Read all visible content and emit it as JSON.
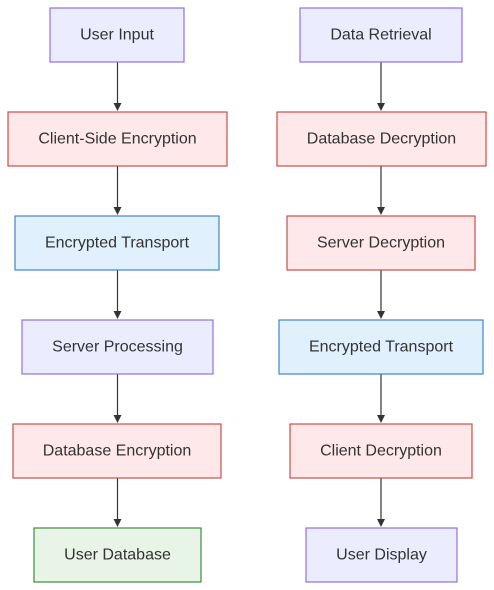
{
  "palette": {
    "purple": {
      "fill": "#ececff",
      "stroke": "#9370db"
    },
    "red": {
      "fill": "#ffe8ea",
      "stroke": "#c8504b"
    },
    "blue": {
      "fill": "#e1f0fd",
      "stroke": "#3f86c8"
    },
    "green": {
      "fill": "#e8f4e6",
      "stroke": "#3e8b3e"
    }
  },
  "flows": [
    {
      "name": "storage-flow",
      "nodes": [
        {
          "id": "user-input",
          "label": "User Input",
          "style": "purple"
        },
        {
          "id": "client-side-encryption",
          "label": "Client-Side Encryption",
          "style": "red"
        },
        {
          "id": "encrypted-transport-1",
          "label": "Encrypted Transport",
          "style": "blue"
        },
        {
          "id": "server-processing",
          "label": "Server Processing",
          "style": "purple"
        },
        {
          "id": "database-encryption",
          "label": "Database Encryption",
          "style": "red"
        },
        {
          "id": "user-database",
          "label": "User Database",
          "style": "green"
        }
      ]
    },
    {
      "name": "retrieval-flow",
      "nodes": [
        {
          "id": "data-retrieval",
          "label": "Data Retrieval",
          "style": "purple"
        },
        {
          "id": "database-decryption",
          "label": "Database Decryption",
          "style": "red"
        },
        {
          "id": "server-decryption",
          "label": "Server Decryption",
          "style": "red"
        },
        {
          "id": "encrypted-transport-2",
          "label": "Encrypted Transport",
          "style": "blue"
        },
        {
          "id": "client-decryption",
          "label": "Client Decryption",
          "style": "red"
        },
        {
          "id": "user-display",
          "label": "User Display",
          "style": "purple"
        }
      ]
    }
  ]
}
